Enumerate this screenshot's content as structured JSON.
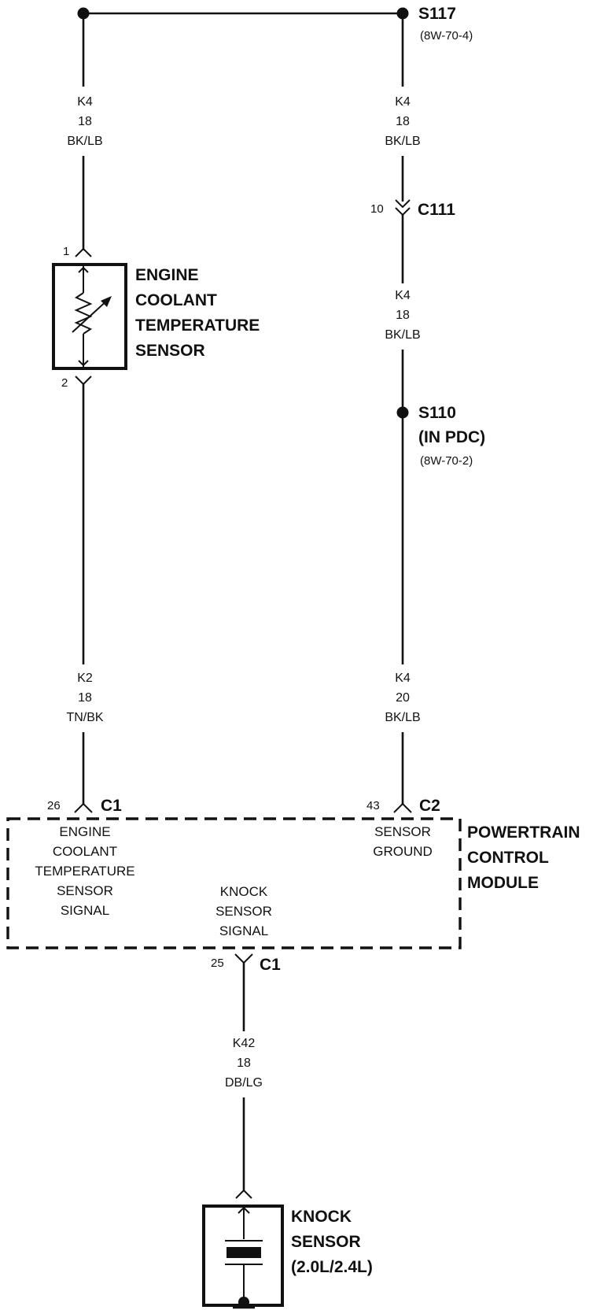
{
  "splices": {
    "s117": {
      "id": "S117",
      "ref": "(8W-70-4)"
    },
    "s110": {
      "id": "S110",
      "location": "(IN PDC)",
      "ref": "(8W-70-2)"
    }
  },
  "wires": {
    "left_top": {
      "circuit": "K4",
      "gauge": "18",
      "color": "BK/LB"
    },
    "right_top": {
      "circuit": "K4",
      "gauge": "18",
      "color": "BK/LB"
    },
    "right_mid": {
      "circuit": "K4",
      "gauge": "18",
      "color": "BK/LB"
    },
    "left_bottom": {
      "circuit": "K2",
      "gauge": "18",
      "color": "TN/BK"
    },
    "right_bottom": {
      "circuit": "K4",
      "gauge": "20",
      "color": "BK/LB"
    },
    "knock": {
      "circuit": "K42",
      "gauge": "18",
      "color": "DB/LG"
    }
  },
  "connectors": {
    "c111": {
      "id": "C111",
      "pin": "10"
    },
    "pcm_c1_top": {
      "id": "C1",
      "pin": "26"
    },
    "pcm_c2": {
      "id": "C2",
      "pin": "43"
    },
    "pcm_c1_bottom": {
      "id": "C1",
      "pin": "25"
    }
  },
  "ect_sensor": {
    "name_lines": [
      "ENGINE",
      "COOLANT",
      "TEMPERATURE",
      "SENSOR"
    ],
    "pin_top": "1",
    "pin_bottom": "2"
  },
  "pcm": {
    "name_lines": [
      "POWERTRAIN",
      "CONTROL",
      "MODULE"
    ],
    "ect_signal_lines": [
      "ENGINE",
      "COOLANT",
      "TEMPERATURE",
      "SENSOR",
      "SIGNAL"
    ],
    "sensor_ground_lines": [
      "SENSOR",
      "GROUND"
    ],
    "knock_signal_lines": [
      "KNOCK",
      "SENSOR",
      "SIGNAL"
    ]
  },
  "knock_sensor": {
    "name_lines": [
      "KNOCK",
      "SENSOR",
      "(2.0L/2.4L)"
    ]
  }
}
